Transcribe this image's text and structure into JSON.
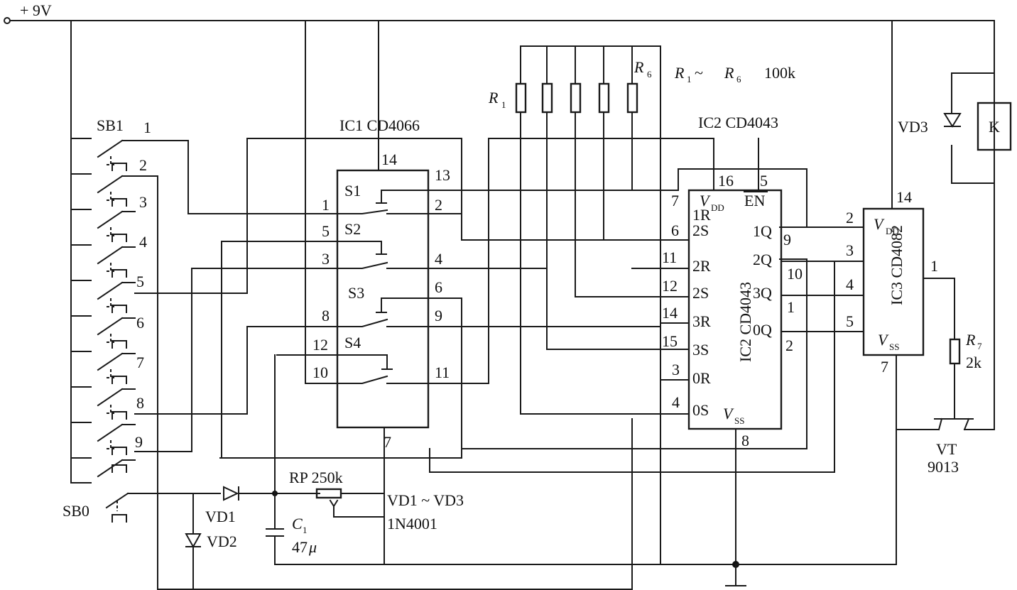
{
  "supply": {
    "label": "+ 9V"
  },
  "switches": {
    "sb1": "SB1",
    "sb0": "SB0",
    "numbers": [
      "1",
      "2",
      "3",
      "4",
      "5",
      "6",
      "7",
      "8",
      "9"
    ]
  },
  "ic1": {
    "name": "IC1  CD4066",
    "sw": [
      "S1",
      "S2",
      "S3",
      "S4"
    ],
    "pins": [
      "14",
      "13",
      "1",
      "2",
      "5",
      "3",
      "4",
      "6",
      "8",
      "9",
      "12",
      "10",
      "11",
      "7"
    ]
  },
  "resistors": {
    "r1": "R",
    "r1_sub": "1",
    "r6": "R",
    "r6_sub": "6",
    "spec_a": "R",
    "spec_a_sub": "1",
    "spec_mid": " ~ ",
    "spec_b": "R",
    "spec_b_sub": "6",
    "spec_val": "100k"
  },
  "ic2": {
    "name": "IC2  CD4043",
    "body_label": "IC2  CD4043",
    "vdd": "V",
    "vdd_sub": "DD",
    "en": "EN",
    "vss": "V",
    "vss_sub": "SS",
    "inputs": [
      "1R",
      "2S",
      "2R",
      "2S",
      "3R",
      "3S",
      "0R",
      "0S"
    ],
    "outputs": [
      "1Q",
      "2Q",
      "3Q",
      "0Q"
    ],
    "pins_left": [
      "7",
      "6",
      "11",
      "12",
      "14",
      "15",
      "3",
      "4"
    ],
    "pins_top": [
      "16",
      "5"
    ],
    "pins_right": [
      "9",
      "10",
      "1",
      "2"
    ],
    "pin_bottom": "8"
  },
  "ic3": {
    "name": "IC3  CD4082",
    "vdd": "V",
    "vdd_sub": "DD",
    "vss": "V",
    "vss_sub": "SS",
    "pin_top": "14",
    "pins_left": [
      "2",
      "3",
      "4",
      "5"
    ],
    "pin_out": "1",
    "pin_bottom": "7"
  },
  "relay": {
    "vd3": "VD3",
    "k": "K"
  },
  "r7": {
    "name": "R",
    "sub": "7",
    "value": "2k"
  },
  "vt": {
    "name": "VT",
    "model": "9013"
  },
  "timing": {
    "rp": "RP  250k",
    "c1": "C",
    "c1_sub": "1",
    "c1_val": "47",
    "c1_unit": "μ",
    "vd1": "VD1",
    "vd2": "VD2",
    "diodes": "VD1 ~ VD3",
    "diode_model": "1N4001"
  }
}
